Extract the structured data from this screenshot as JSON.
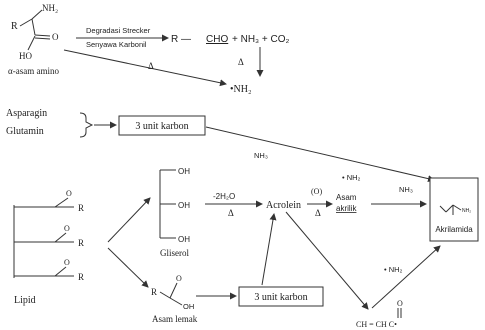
{
  "amino": {
    "nh2": "NH₂",
    "r": "R",
    "o": "O",
    "ho": "HO",
    "name": "α-asam amino"
  },
  "strecker": {
    "top_label": "Degradasi Strecker",
    "bottom_label": "Senyawa Karbonil",
    "product_r": "R —",
    "cho": "CHO",
    "rest": "+ NH₃ + CO₂",
    "delta": "Δ",
    "nh2_radical": "•NH₂"
  },
  "precursors": {
    "asparagin": "Asparagin",
    "glutamin": "Glutamin",
    "carbon_unit": "3 unit karbon",
    "nh3_mid": "NH₃"
  },
  "lipid": {
    "label": "Lipid",
    "o": "O",
    "r": "R"
  },
  "glycerol": {
    "oh": "OH",
    "label": "Gliserol"
  },
  "dehydration": {
    "loss": "-2H₂O",
    "delta": "Δ"
  },
  "acrolein": {
    "label": "Acrolein"
  },
  "oxidation": {
    "o_label": "(O)",
    "delta": "Δ"
  },
  "acrylic": {
    "nh2": "• NH₂",
    "line1": "Asam",
    "line2": "akrilik",
    "nh3": "NH₃"
  },
  "acrylamide": {
    "label": "Akrilamida",
    "nh2": "NH₂"
  },
  "fatty_acid": {
    "r": "R",
    "o": "O",
    "oh": "OH",
    "label": "Asam lemak",
    "carbon_unit": "3 unit karbon"
  },
  "radical": {
    "nh2": "• NH₂",
    "o": "O",
    "formula": "CH = CH C•"
  }
}
